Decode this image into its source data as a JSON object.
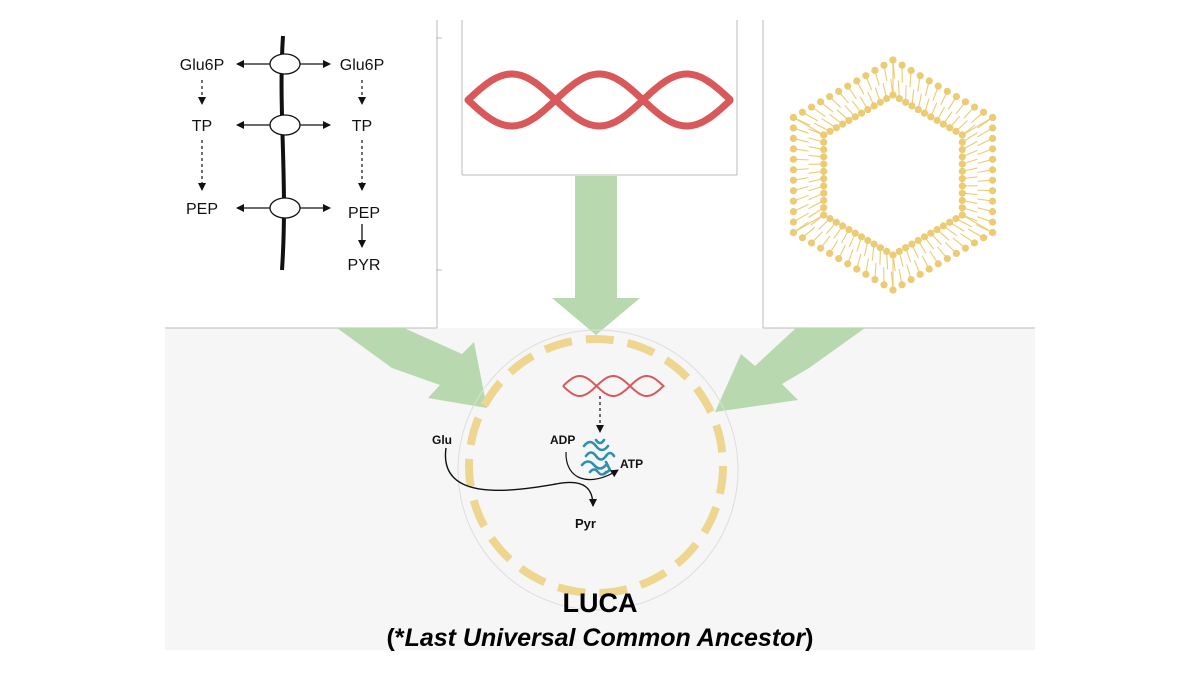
{
  "glycolysis": {
    "left": [
      "Glu6P",
      "TP",
      "PEP"
    ],
    "right": [
      "Glu6P",
      "TP",
      "PEP",
      "PYR"
    ]
  },
  "cell": {
    "glu": "Glu",
    "pyr": "Pyr",
    "adp": "ADP",
    "atp": "ATP"
  },
  "title": {
    "main": "LUCA",
    "sub_open": "(*",
    "sub_italic": "Last Universal Common Ancestor",
    "sub_close": ")"
  },
  "colors": {
    "dna": "#d9595b",
    "lipid": "#ebcb74",
    "arrow": "#b8d8b0",
    "membrane": "#efd690",
    "protein": "#2f8fb0"
  }
}
